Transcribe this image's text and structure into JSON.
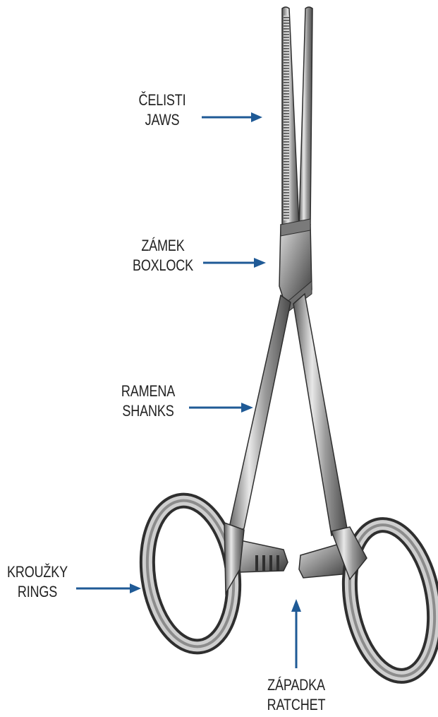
{
  "diagram": {
    "colors": {
      "arrow": "#1f5a96",
      "text": "#222222",
      "metal_dark": "#3c3c3c",
      "metal_light": "#bfbfbf"
    },
    "labels": [
      {
        "id": "jaws",
        "cz": "ČELISTI",
        "en": "JAWS"
      },
      {
        "id": "boxlock",
        "cz": "ZÁMEK",
        "en": "BOXLOCK"
      },
      {
        "id": "shanks",
        "cz": "RAMENA",
        "en": "SHANKS"
      },
      {
        "id": "rings",
        "cz": "KROUŽKY",
        "en": "RINGS"
      },
      {
        "id": "ratchet",
        "cz": "ZÁPADKA",
        "en": "RATCHET"
      }
    ]
  }
}
